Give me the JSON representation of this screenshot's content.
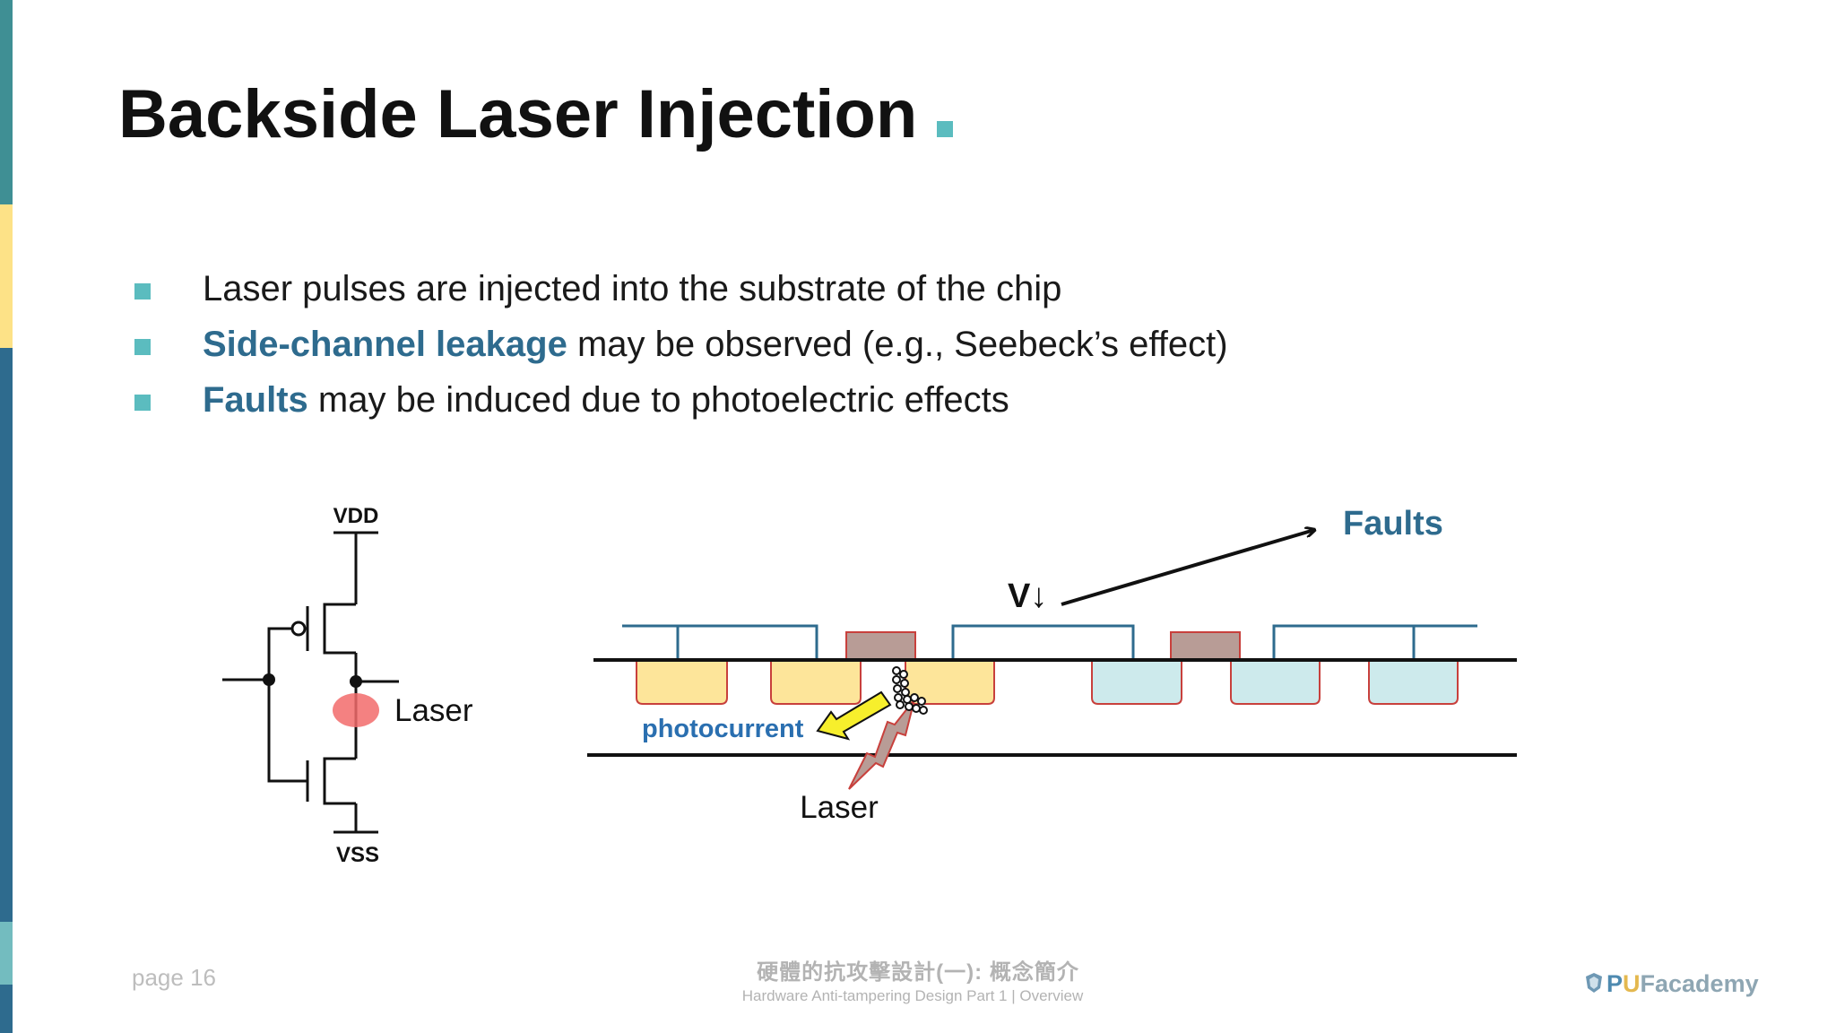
{
  "slide": {
    "title": "Backside Laser Injection",
    "bullets": [
      {
        "highlight": "",
        "text": "Laser pulses are injected into the substrate of the chip"
      },
      {
        "highlight": "Side-channel leakage",
        "text": " may be observed (e.g., Seebeck’s effect)"
      },
      {
        "highlight": "Faults",
        "text": " may be induced due to photoelectric effects"
      }
    ]
  },
  "circuit": {
    "vdd_label": "VDD",
    "vss_label": "VSS",
    "laser_label": "Laser"
  },
  "cross_section": {
    "faults_label": "Faults",
    "voltage_label": "V↓",
    "photocurrent_label": "photocurrent",
    "laser_label": "Laser"
  },
  "footer": {
    "page": "page 16",
    "course_zh": "硬體的抗攻擊設計(一): 概念簡介",
    "course_en": "Hardware Anti-tampering Design Part 1 | Overview",
    "logo_pu": "P",
    "logo_u": "U",
    "logo_rest": "Facademy"
  },
  "colors": {
    "accent": "#5bbcbf",
    "highlight_text": "#2e6b8e",
    "n_well": "#fde59a",
    "p_well": "#cdeaec",
    "gate": "#b89c96",
    "laser_spot": "#f26b6b"
  }
}
